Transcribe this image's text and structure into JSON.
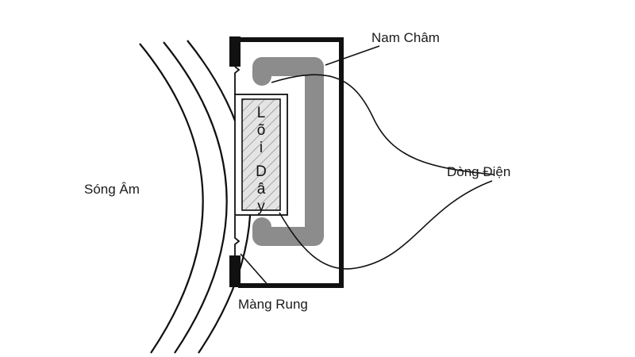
{
  "labels": {
    "sound_waves": "Sóng Âm",
    "magnet": "Nam Châm",
    "current": "Dòng Điện",
    "diaphragm": "Màng Rung",
    "core_line1": "Lõi",
    "core_line2": "Dây"
  },
  "colors": {
    "background": "#ffffff",
    "stroke": "#111111",
    "magnet_fill": "#8c8c8c",
    "core_fill": "#e4e4e4",
    "label_text": "#1a1a1a"
  }
}
